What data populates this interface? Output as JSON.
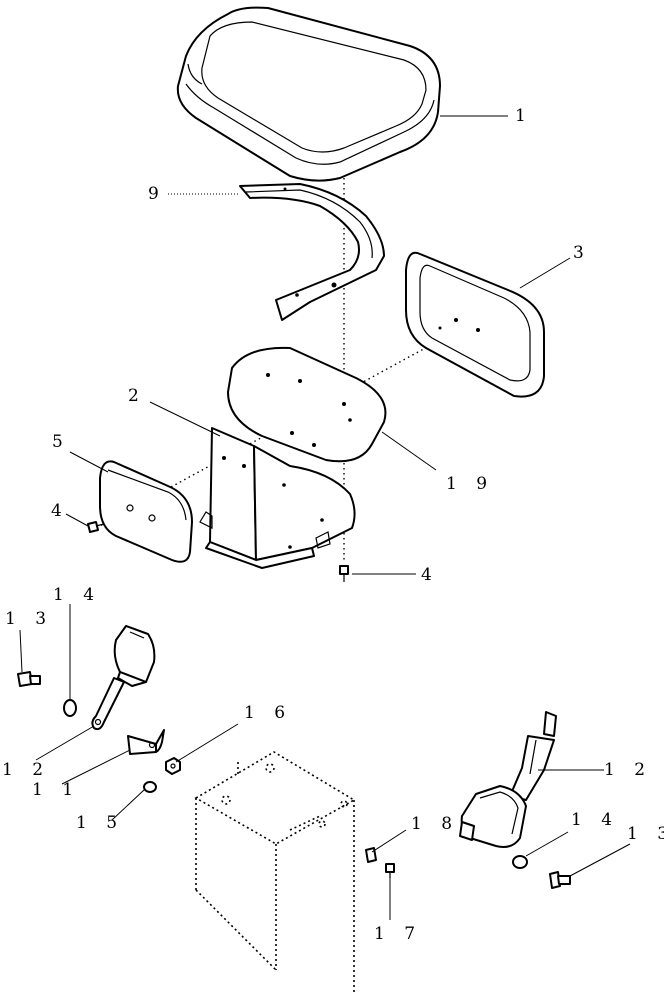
{
  "callouts": [
    {
      "id": "c1",
      "text": "1"
    },
    {
      "id": "c9",
      "text": "9"
    },
    {
      "id": "c3",
      "text": "3"
    },
    {
      "id": "c2",
      "text": "2"
    },
    {
      "id": "c19",
      "text": "1 9"
    },
    {
      "id": "c5",
      "text": "5"
    },
    {
      "id": "c4a",
      "text": "4"
    },
    {
      "id": "c4b",
      "text": "4"
    },
    {
      "id": "c13a",
      "text": "1 3"
    },
    {
      "id": "c14a",
      "text": "1 4"
    },
    {
      "id": "c12a",
      "text": "1 2"
    },
    {
      "id": "c11",
      "text": "1 1"
    },
    {
      "id": "c16",
      "text": "1 6"
    },
    {
      "id": "c15",
      "text": "1 5"
    },
    {
      "id": "c18",
      "text": "1 8"
    },
    {
      "id": "c17",
      "text": "1 7"
    },
    {
      "id": "c12b",
      "text": "1 2"
    },
    {
      "id": "c14b",
      "text": "1 4"
    },
    {
      "id": "c13b",
      "text": "1 3"
    }
  ]
}
